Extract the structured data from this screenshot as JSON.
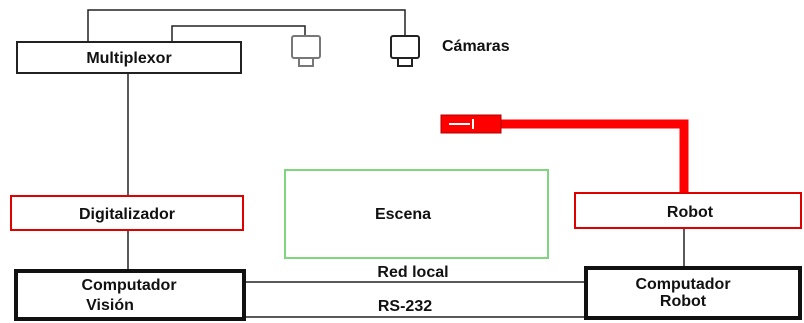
{
  "nodes": {
    "multiplexor": {
      "label": "Multiplexor"
    },
    "cameras": {
      "label": "Cámaras"
    },
    "digitalizador": {
      "label": "Digitalizador"
    },
    "escena": {
      "label": "Escena"
    },
    "robot": {
      "label": "Robot"
    },
    "computador_vision": {
      "line1": "Computador",
      "line2": "Visión"
    },
    "computador_robot": {
      "line1": "Computador",
      "line2": "Robot"
    }
  },
  "links": {
    "red_local": "Red local",
    "rs232": "RS-232"
  },
  "colors": {
    "robot": "#ff0000",
    "escena": "#7fd67f",
    "line": "#222222",
    "camera": "#777777"
  }
}
